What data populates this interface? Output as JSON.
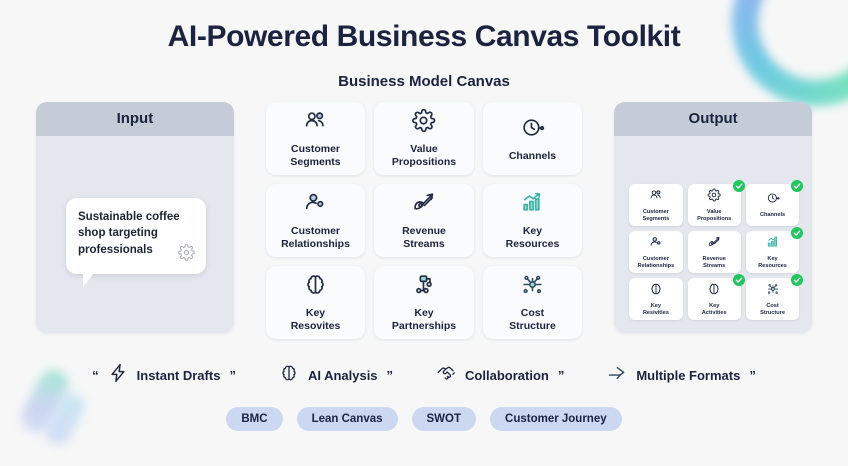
{
  "page": {
    "title": "AI-Powered Business Canvas Toolkit",
    "subtitle": "Business Model Canvas"
  },
  "colors": {
    "background": "#f7f7f7",
    "title": "#1b2340",
    "panel_bg": "#e4e7ee",
    "panel_header_bg": "#c6ccd7",
    "card_bg": "#fafbfc",
    "check_green": "#22c55e",
    "pill_bg": "#ccd7f2",
    "accent_teal": "#3fb6a8",
    "icon_dark": "#1f2a44"
  },
  "input_panel": {
    "header": "Input",
    "bubble_text": "Sustainable coffee shop targeting professionals",
    "bubble_icon": "gear-icon"
  },
  "output_panel": {
    "header": "Output",
    "cells": [
      {
        "label": "Customer\nSegments",
        "icon": "people-group-icon",
        "checked": false
      },
      {
        "label": "Value\nPropositions",
        "icon": "gear-icon",
        "checked": true
      },
      {
        "label": "Channels",
        "icon": "clock-icon",
        "checked": true
      },
      {
        "label": "Customer\nRelationships",
        "icon": "person-connection-icon",
        "checked": false
      },
      {
        "label": "Revenue\nStreams",
        "icon": "rocket-icon",
        "checked": false
      },
      {
        "label": "Key\nResources",
        "icon": "bar-chart-growth-icon",
        "checked": true
      },
      {
        "label": "Key\nResivities",
        "icon": "brain-icon",
        "checked": false
      },
      {
        "label": "Key\nActivities",
        "icon": "brain-icon",
        "checked": true
      },
      {
        "label": "Cost\nStructure",
        "icon": "network-node-icon",
        "checked": true
      }
    ]
  },
  "bmc_grid": {
    "cells": [
      {
        "label": "Customer\nSegments",
        "icon": "people-group-icon"
      },
      {
        "label": "Value\nPropositions",
        "icon": "gear-icon"
      },
      {
        "label": "Channels",
        "icon": "clock-icon"
      },
      {
        "label": "Customer\nRelationships",
        "icon": "person-connection-icon"
      },
      {
        "label": "Revenue\nStreams",
        "icon": "rocket-icon"
      },
      {
        "label": "Key\nResources",
        "icon": "bar-chart-growth-icon"
      },
      {
        "label": "Key\nResovites",
        "icon": "brain-icon"
      },
      {
        "label": "Key\nPartnerships",
        "icon": "sitemap-icon"
      },
      {
        "label": "Cost\nStructure",
        "icon": "network-node-icon"
      }
    ]
  },
  "features": [
    {
      "label": "Instant Drafts",
      "icon": "lightning-bolt-icon",
      "quote_open": "“",
      "quote_close": "”"
    },
    {
      "label": "AI Analysis",
      "icon": "brain-icon",
      "quote_open": "",
      "quote_close": "”"
    },
    {
      "label": "Collaboration",
      "icon": "handshake-icon",
      "quote_open": "",
      "quote_close": "”"
    },
    {
      "label": "Multiple Formats",
      "icon": "arrow-forward-icon",
      "quote_open": "",
      "quote_close": "”"
    }
  ],
  "pills": [
    {
      "label": "BMC"
    },
    {
      "label": "Lean Canvas"
    },
    {
      "label": "SWOT"
    },
    {
      "label": "Customer Journey"
    }
  ]
}
